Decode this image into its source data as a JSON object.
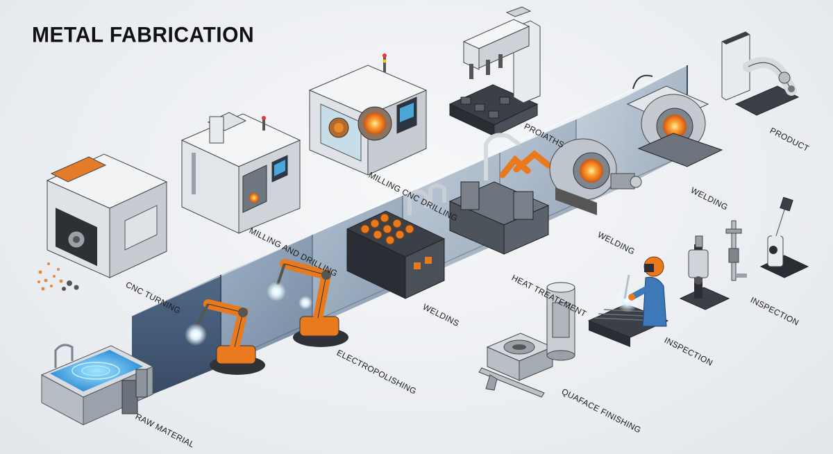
{
  "title": "METAL FABRICATION",
  "labels": {
    "raw_material": "RAW MATERIAL",
    "cnc_turning": "CNC TURNING",
    "milling_and_drilling": "MILLING AND DRILLING",
    "milling_cnc_drilling": "MILLING CNC DRILLING",
    "proiaths": "PROIATHS",
    "product": "PRODUCT",
    "electropolishing": "ELECTROPOLISHING",
    "weldins": "WELDINS",
    "heat_treatement": "HEAT TREATEMENT",
    "welding_1": "WELDING",
    "welding_2": "WELDING",
    "inspection_1": "INSPECTION",
    "inspection_2": "INSPECTION",
    "quaface_finishing": "QUAFACE FINISHING"
  },
  "colors": {
    "band": "#5f7a98",
    "band_dark": "#2e4460",
    "orange": "#e8791d",
    "machine_white": "#eceff2",
    "machine_gray": "#5a6068",
    "worker_blue": "#3d79b8"
  },
  "icons": [
    "water-tank-icon",
    "robot-arm-icon",
    "lathe-icon",
    "mill-icon",
    "cnc-drill-icon",
    "drill-press-icon",
    "robot-cell-icon",
    "product-machine-icon",
    "electro-bath-icon",
    "heat-treatment-icon",
    "furnace-icon",
    "welder-icon",
    "microscope-icon",
    "caliper-icon"
  ]
}
